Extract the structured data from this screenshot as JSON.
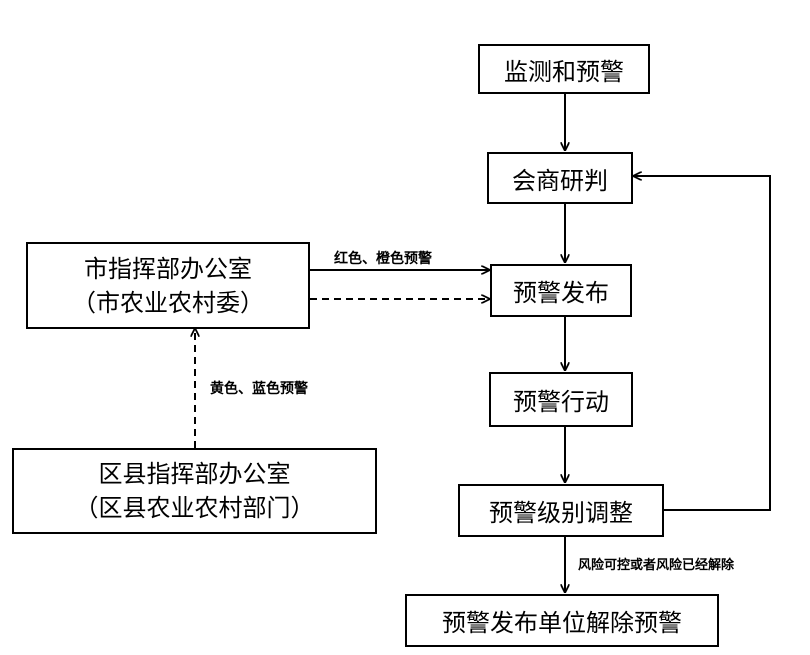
{
  "nodes": {
    "monitor": "监测和预警",
    "consult": "会商研判",
    "publish": "预警发布",
    "action": "预警行动",
    "adjust": "预警级别调整",
    "release": "预警发布单位解除预警",
    "city_office_line1": "市指挥部办公室",
    "city_office_line2": "（市农业农村委）",
    "district_office_line1": "区县指挥部办公室",
    "district_office_line2": "（区县农业农村部门）"
  },
  "edge_labels": {
    "red_orange": "红色、橙色预警",
    "yellow_blue": "黄色、蓝色预警",
    "risk_control": "风险可控或者风险已经解除"
  }
}
